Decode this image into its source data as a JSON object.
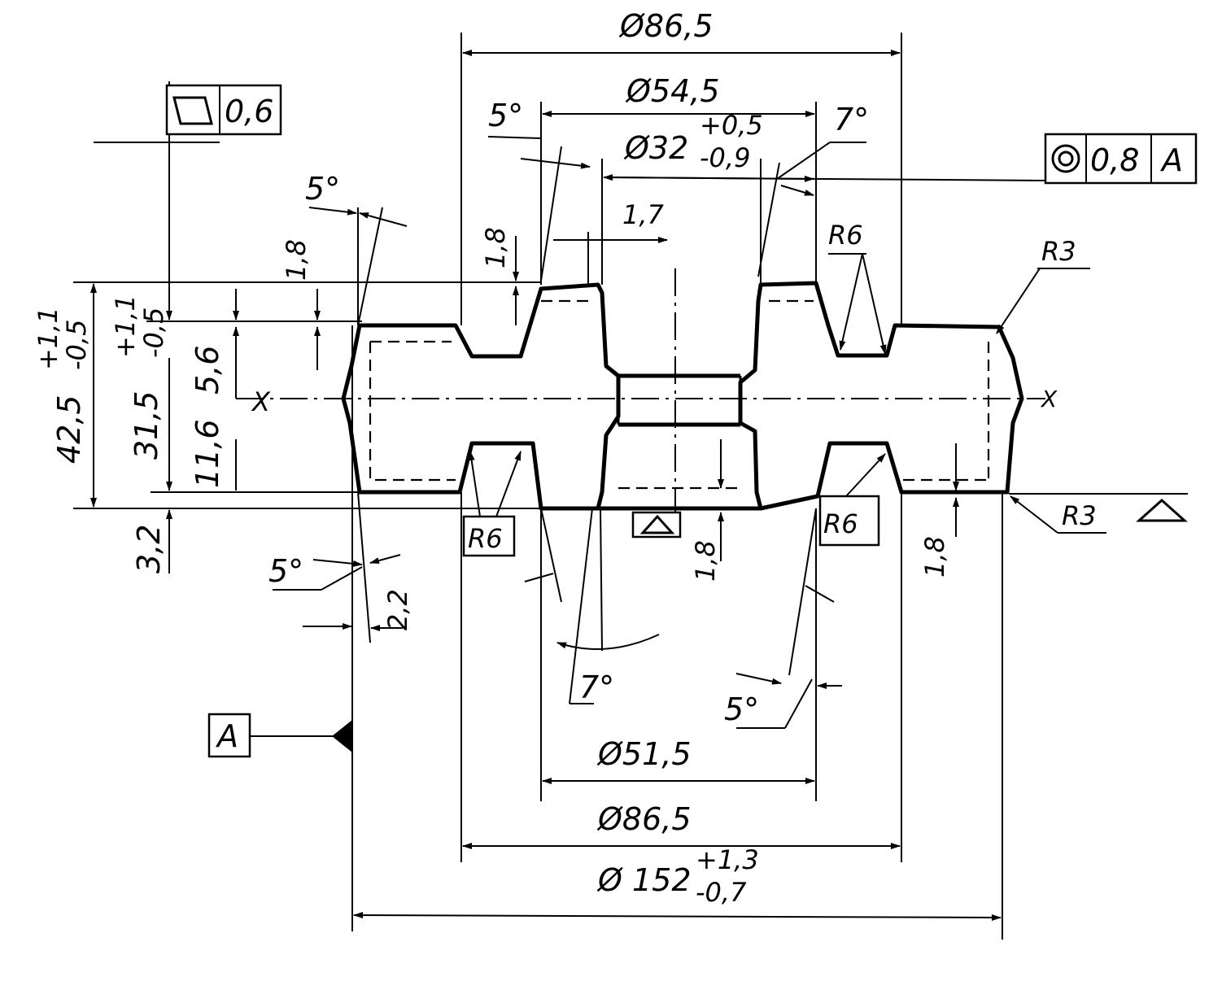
{
  "dimensions": {
    "d_top_outer": "Ø86,5",
    "d_top_inner": "Ø54,5",
    "d_bore": "Ø32",
    "d_bore_tol_upper": "+0,5",
    "d_bore_tol_lower": "-0,9",
    "d_bottom_inner": "Ø51,5",
    "d_bottom_outer": "Ø86,5",
    "d_total": "Ø 152",
    "d_total_tol_upper": "+1,3",
    "d_total_tol_lower": "-0,7",
    "h_total": "42,5",
    "h_total_tol_upper": "+1,1",
    "h_total_tol_lower": "-0,5",
    "h_flange": "31,5",
    "h_flange_tol_upper": "+1,1",
    "h_flange_tol_lower": "-0,5",
    "h_56": "5,6",
    "h_116": "11,6",
    "h_32": "3,2",
    "step_18_left": "1,8",
    "step_18_hub": "1,8",
    "step_18_bottom": "1,8",
    "step_18_right": "1,8",
    "w_17": "1,7",
    "w_22": "2,2",
    "angle_5_top_left": "5°",
    "angle_5_top_hub": "5°",
    "angle_7_top": "7°",
    "angle_5_bottom_left": "5°",
    "angle_7_bottom": "7°",
    "angle_5_bottom_right": "5°",
    "r6_top": "R6",
    "r3_top": "R3",
    "r6_bottom_left": "R6",
    "r6_bottom_right": "R6",
    "r3_bottom": "R3",
    "axis_x_left": "X",
    "axis_x_right": "X"
  },
  "tolerance_frames": {
    "flatness_value": "0,6",
    "concentricity_value": "0,8",
    "concentricity_datum": "A",
    "datum_label": "A"
  },
  "icons": [
    "flatness-symbol-icon",
    "concentricity-symbol-icon",
    "datum-triangle-icon",
    "parting-triangle-icon"
  ]
}
